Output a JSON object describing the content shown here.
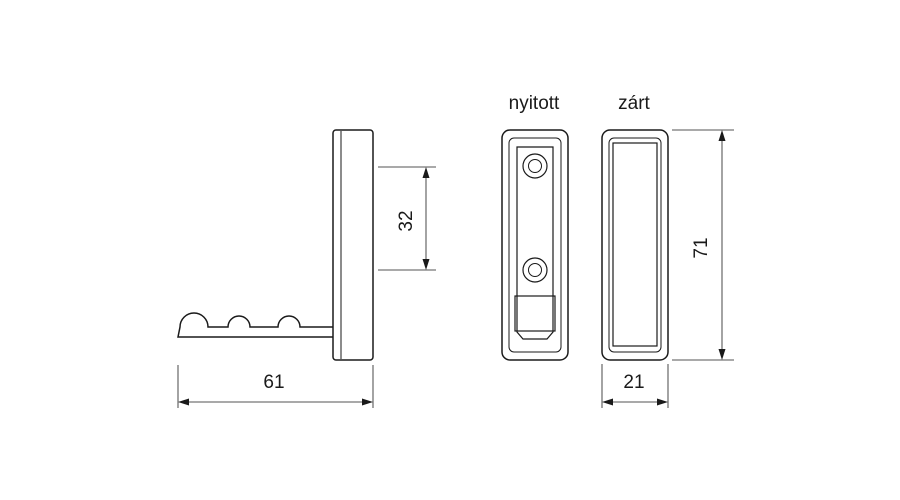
{
  "labels": {
    "open_view": "nyitott",
    "closed_view": "zárt"
  },
  "dimensions": {
    "total_length": "61",
    "hole_spacing": "32",
    "width": "21",
    "height": "71"
  }
}
